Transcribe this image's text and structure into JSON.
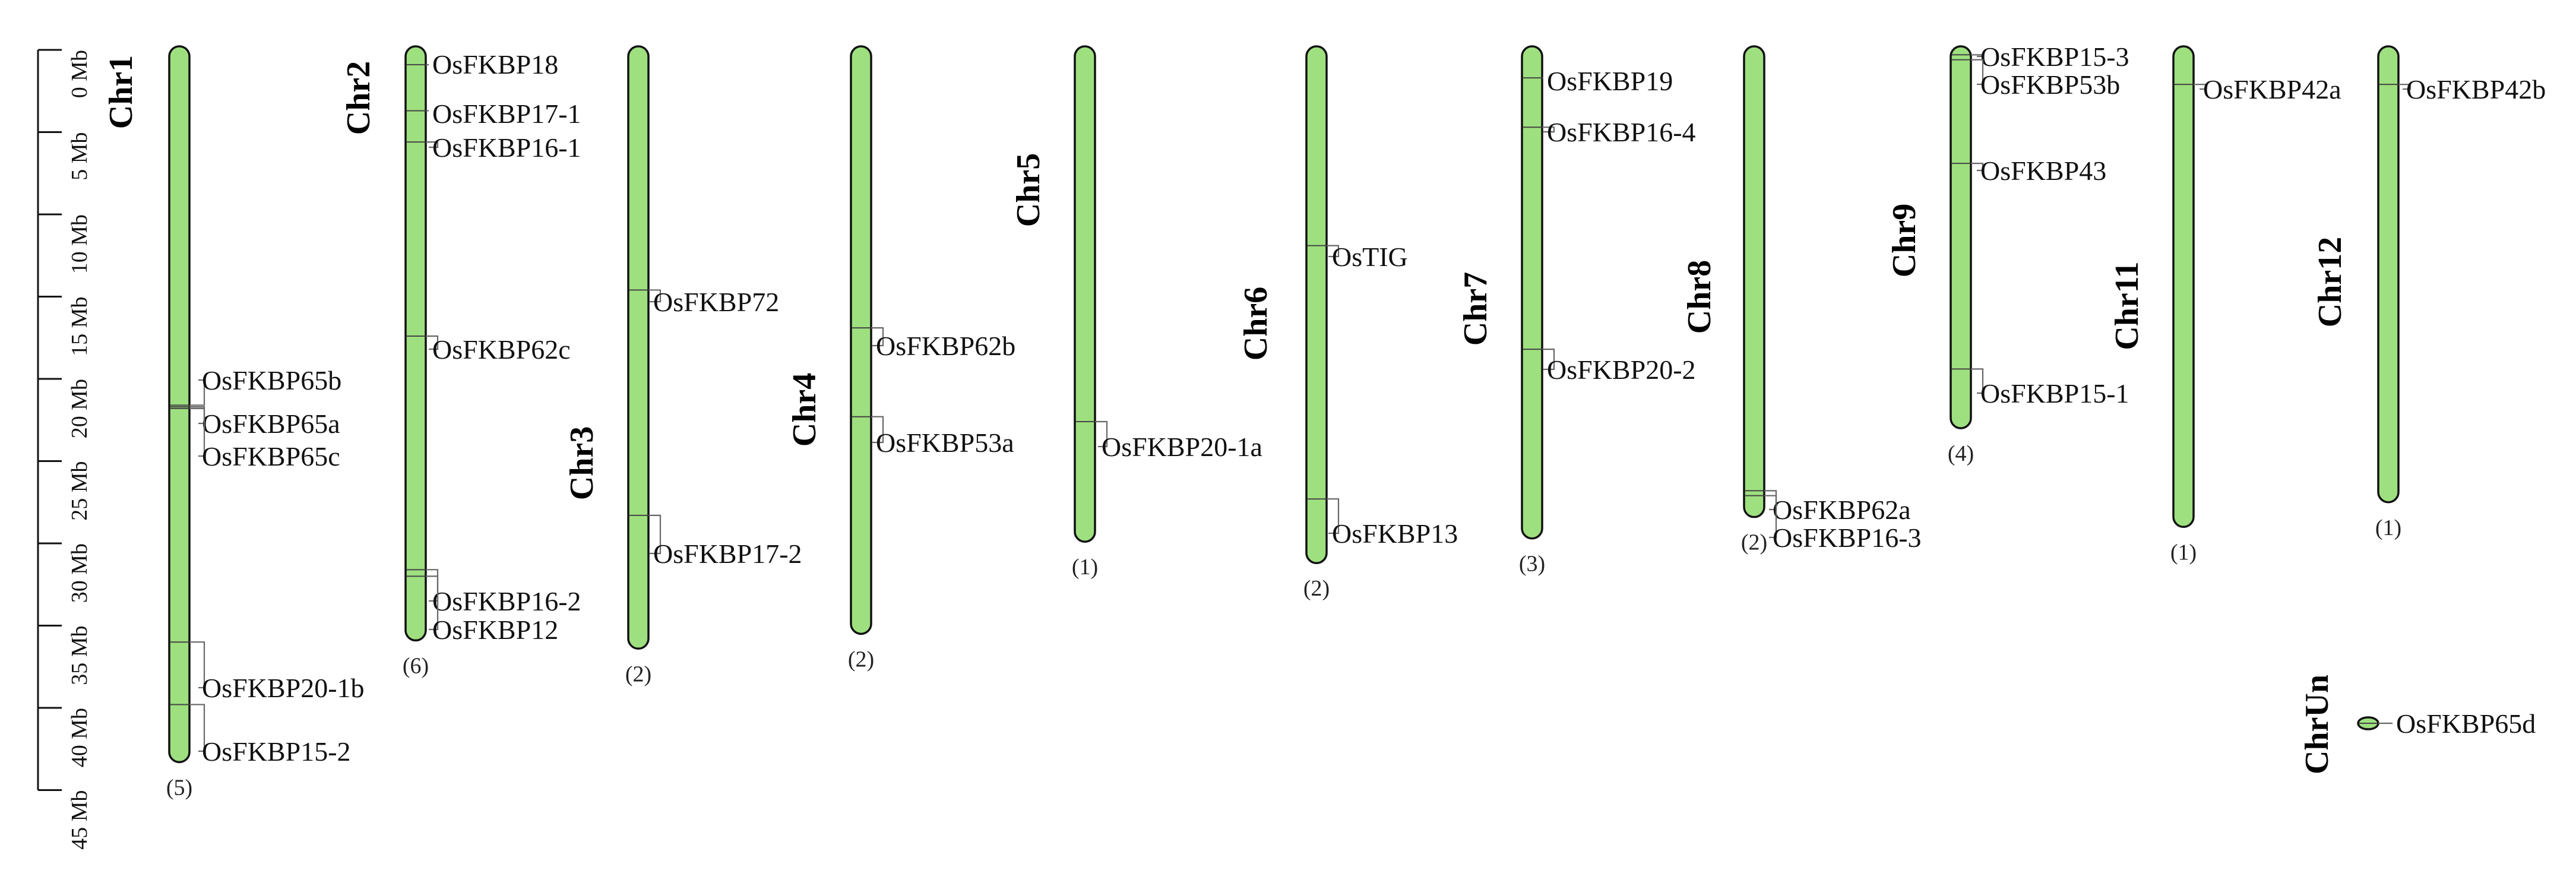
{
  "scale": {
    "unit": "Mb",
    "ticks": [
      {
        "value": 0,
        "label": "0 Mb"
      },
      {
        "value": 5,
        "label": "5 Mb"
      },
      {
        "value": 10,
        "label": "10 Mb"
      },
      {
        "value": 15,
        "label": "15 Mb"
      },
      {
        "value": 20,
        "label": "20 Mb"
      },
      {
        "value": 25,
        "label": "25 Mb"
      },
      {
        "value": 30,
        "label": "30 Mb"
      },
      {
        "value": 35,
        "label": "35 Mb"
      },
      {
        "value": 40,
        "label": "40 Mb"
      },
      {
        "value": 45,
        "label": "45 Mb"
      }
    ]
  },
  "chromosomes": [
    {
      "name": "Chr1",
      "length_mb": 43.3,
      "count_label": "(5)",
      "genes": [
        {
          "name": "OsFKBP65b",
          "pos_mb": 21.6
        },
        {
          "name": "OsFKBP65a",
          "pos_mb": 21.7
        },
        {
          "name": "OsFKBP65c",
          "pos_mb": 21.8
        },
        {
          "name": "OsFKBP20-1b",
          "pos_mb": 36.0
        },
        {
          "name": "OsFKBP15-2",
          "pos_mb": 39.8
        }
      ]
    },
    {
      "name": "Chr2",
      "length_mb": 35.9,
      "count_label": "(6)",
      "genes": [
        {
          "name": "OsFKBP18",
          "pos_mb": 0.9
        },
        {
          "name": "OsFKBP17-1",
          "pos_mb": 3.7
        },
        {
          "name": "OsFKBP16-1",
          "pos_mb": 5.6
        },
        {
          "name": "OsFKBP62c",
          "pos_mb": 17.4
        },
        {
          "name": "OsFKBP16-2",
          "pos_mb": 31.6
        },
        {
          "name": "OsFKBP12",
          "pos_mb": 32.0
        }
      ]
    },
    {
      "name": "Chr3",
      "length_mb": 36.4,
      "count_label": "(2)",
      "genes": [
        {
          "name": "OsFKBP72",
          "pos_mb": 14.6
        },
        {
          "name": "OsFKBP17-2",
          "pos_mb": 28.3
        }
      ]
    },
    {
      "name": "Chr4",
      "length_mb": 35.5,
      "count_label": "(2)",
      "genes": [
        {
          "name": "OsFKBP62b",
          "pos_mb": 16.9
        },
        {
          "name": "OsFKBP53a",
          "pos_mb": 22.3
        }
      ]
    },
    {
      "name": "Chr5",
      "length_mb": 29.9,
      "count_label": "(1)",
      "genes": [
        {
          "name": "OsFKBP20-1a",
          "pos_mb": 22.6
        }
      ]
    },
    {
      "name": "Chr6",
      "length_mb": 31.2,
      "count_label": "(2)",
      "genes": [
        {
          "name": "OsTIG",
          "pos_mb": 11.9
        },
        {
          "name": "OsFKBP13",
          "pos_mb": 27.3
        }
      ]
    },
    {
      "name": "Chr7",
      "length_mb": 29.7,
      "count_label": "(3)",
      "genes": [
        {
          "name": "OsFKBP19",
          "pos_mb": 1.7
        },
        {
          "name": "OsFKBP16-4",
          "pos_mb": 4.7
        },
        {
          "name": "OsFKBP20-2",
          "pos_mb": 18.2
        }
      ]
    },
    {
      "name": "Chr8",
      "length_mb": 28.4,
      "count_label": "(2)",
      "genes": [
        {
          "name": "OsFKBP62a",
          "pos_mb": 26.8
        },
        {
          "name": "OsFKBP16-3",
          "pos_mb": 27.1
        }
      ]
    },
    {
      "name": "Chr9",
      "length_mb": 23.0,
      "count_label": "(4)",
      "genes": [
        {
          "name": "OsFKBP15-3",
          "pos_mb": 0.3
        },
        {
          "name": "OsFKBP53b",
          "pos_mb": 0.6
        },
        {
          "name": "OsFKBP43",
          "pos_mb": 6.9
        },
        {
          "name": "OsFKBP15-1",
          "pos_mb": 19.4
        }
      ]
    },
    {
      "name": "Chr11",
      "length_mb": 29.0,
      "count_label": "(1)",
      "genes": [
        {
          "name": "OsFKBP42a",
          "pos_mb": 2.1
        }
      ]
    },
    {
      "name": "Chr12",
      "length_mb": 27.5,
      "count_label": "(1)",
      "genes": [
        {
          "name": "OsFKBP42b",
          "pos_mb": 2.1
        }
      ]
    },
    {
      "name": "ChrUn",
      "length_mb": 0.5,
      "count_label": "",
      "genes": [
        {
          "name": "OsFKBP65d",
          "pos_mb": 0.25
        }
      ]
    }
  ]
}
